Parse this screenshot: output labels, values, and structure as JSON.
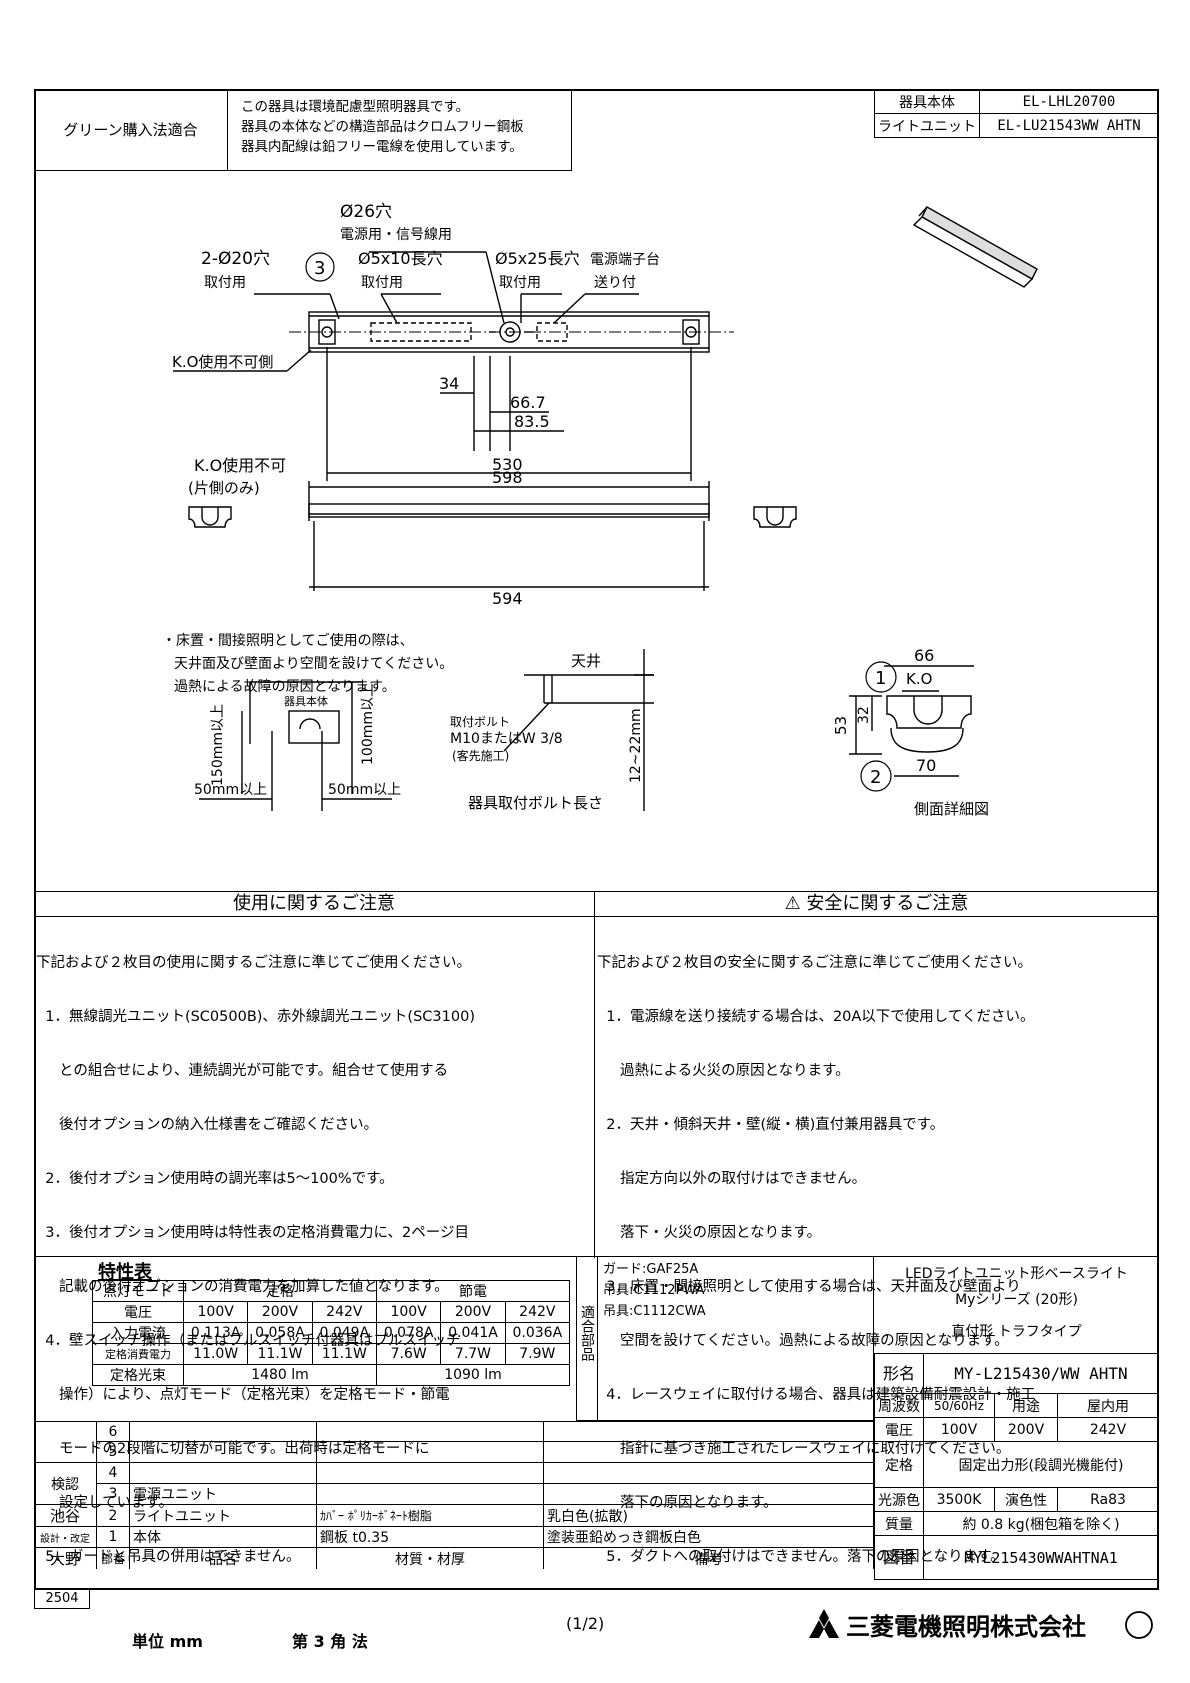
{
  "header": {
    "green_label": "グリーン購入法適合",
    "eco_lines": [
      "この器具は環境配慮型照明器具です。",
      "器具の本体などの構造部品はクロムフリー鋼板",
      "器具内配線は鉛フリー電線を使用しています。"
    ],
    "body_label": "器具本体",
    "body_value": "EL-LHL20700",
    "unit_label": "ライトユニット",
    "unit_value": "EL-LU21543WW AHTN"
  },
  "drawing": {
    "hole26": "Ø26穴",
    "hole26_sub": "電源用・信号線用",
    "hole20": "2-Ø20穴",
    "hole20_sub": "取付用",
    "slot510": "Ø5x10長穴",
    "slot510_sub": "取付用",
    "slot525": "Ø5x25長穴",
    "slot525_sub": "取付用",
    "terminal": "電源端子台",
    "terminal_sub": "送り付",
    "ko_no": "K.O使用不可側",
    "ko_no2": "K.O使用不可",
    "ko_no2_sub": "(片側のみ)",
    "balloon3": "3",
    "dim34": "34",
    "dim667": "66.7",
    "dim835": "83.5",
    "dim530": "530",
    "dim598": "598",
    "dim594": "594",
    "floor_note": [
      "・床置・間接照明としてご使用の際は、",
      "天井面及び壁面より空間を設けてください。",
      "過熱による故障の原因となります。"
    ],
    "body_box": "器具本体",
    "d150": "150mm以上",
    "d100": "100mm以上",
    "d50a": "50mm以上",
    "d50b": "50mm以上",
    "ceiling": "天井",
    "bolt": "取付ボルト",
    "bolt_spec": "M10またはW 3/8",
    "bolt_sub": "(客先施工)",
    "bolt_len": "12~22mm",
    "bolt_title": "器具取付ボルト長さ",
    "side66": "66",
    "side_ko": "K.O",
    "side53": "53",
    "side32": "32",
    "side70": "70",
    "balloon1": "1",
    "balloon2": "2",
    "side_title": "側面詳細図"
  },
  "notes": {
    "use_title": "使用に関するご注意",
    "use_intro": "下記および２枚目の使用に関するご注意に準じてご使用ください。",
    "use_items": [
      "  1．無線調光ユニット(SC0500B)、赤外線調光ユニット(SC3100)",
      "     との組合せにより、連続調光が可能です。組合せて使用する",
      "     後付オプションの納入仕様書をご確認ください。",
      "  2．後付オプション使用時の調光率は5～100%です。",
      "  3．後付オプション使用時は特性表の定格消費電力に、2ページ目",
      "     記載の後付オプションの消費電力を加算した値となります。",
      "  4．壁スイッチ操作（またはプルスイッチ付器具はプルスイッチ",
      "     操作）により、点灯モード（定格光束）を定格モード・節電",
      "     モードの2段階に切替が可能です。出荷時は定格モードに",
      "     設定しています。",
      "  5．ガードと吊具の併用はできません。"
    ],
    "safety_title": "⚠ 安全に関するご注意",
    "safety_intro": "下記および２枚目の安全に関するご注意に準じてご使用ください。",
    "safety_items": [
      "  1．電源線を送り接続する場合は、20A以下で使用してください。",
      "     過熱による火災の原因となります。",
      "  2．天井・傾斜天井・壁(縦・横)直付兼用器具です。",
      "     指定方向以外の取付けはできません。",
      "     落下・火災の原因となります。",
      "  3．床置・間接照明として使用する場合は、天井面及び壁面より",
      "     空間を設けてください。過熱による故障の原因となります。",
      "  4．レースウェイに取付ける場合、器具は建築設備耐震設計・施工",
      "     指針に基づき施工されたレースウェイに取付けてください。",
      "     落下の原因となります。",
      "  5．ダクトへの取付けはできません。落下の原因となります。"
    ]
  },
  "spec": {
    "title": "特性表",
    "mode_label": "点灯モード",
    "mode_rated": "定格",
    "mode_save": "節電",
    "voltage_label": "電圧",
    "voltages": [
      "100V",
      "200V",
      "242V",
      "100V",
      "200V",
      "242V"
    ],
    "current_label": "入力電流",
    "currents": [
      "0.113A",
      "0.058A",
      "0.049A",
      "0.078A",
      "0.041A",
      "0.036A"
    ],
    "power_label": "定格消費電力",
    "powers": [
      "11.0W",
      "11.1W",
      "11.1W",
      "7.6W",
      "7.7W",
      "7.9W"
    ],
    "flux_label": "定格光束",
    "flux_rated": "1480 lm",
    "flux_save": "1090 lm"
  },
  "parts": {
    "label": "適合部品",
    "items": [
      "ガード:GAF25A",
      "吊具:C1112PWA",
      "吊具:C1112CWA"
    ]
  },
  "product": {
    "name1": "LEDライトユニット形ベースライト",
    "name2": "Myシリーズ (20形)",
    "name3": "直付形 トラフタイプ",
    "model_label": "形名",
    "model": "MY-L215430/WW AHTN",
    "freq_label": "周波数",
    "freq": "50/60Hz",
    "use_label": "用途",
    "use": "屋内用",
    "volt_label": "電圧",
    "volts": [
      "100V",
      "200V",
      "242V"
    ],
    "rating_label": "定格",
    "rating": "固定出力形(段調光機能付)",
    "color_label": "光源色",
    "color": "3500K",
    "cri_label": "演色性",
    "cri": "Ra83",
    "mass_label": "質量",
    "mass": "約 0.8 kg(梱包箱を除く)",
    "drawing_label": "図番",
    "drawing_no": "MYL215430WWAHTNA1"
  },
  "bom": {
    "rows": [
      {
        "no": "6",
        "name": "",
        "material": "",
        "remark": ""
      },
      {
        "no": "5",
        "name": "",
        "material": "",
        "remark": ""
      },
      {
        "no": "4",
        "name": "",
        "material": "",
        "remark": ""
      },
      {
        "no": "3",
        "name": "電源ユニット",
        "material": "",
        "remark": ""
      },
      {
        "no": "2",
        "name": "ライトユニット",
        "material": "ｶﾊﾞｰ ﾎﾟﾘｶｰﾎﾞﾈｰﾄ樹脂",
        "remark": "乳白色(拡散)"
      },
      {
        "no": "1",
        "name": "本体",
        "material": "鋼板  t0.35",
        "remark": "塗装亜鉛めっき鋼板白色"
      }
    ],
    "col_no": "部番",
    "col_name": "品名",
    "col_material": "材質・材厚",
    "col_remark": "備考",
    "check_label": "検認",
    "check_name": "池谷",
    "design_label": "設計・改定",
    "design_name": "大野",
    "code": "2504"
  },
  "footer": {
    "unit": "単位  mm",
    "projection": "第 3 角 法",
    "page": "(1/2)",
    "company": "三菱電機照明株式会社"
  }
}
